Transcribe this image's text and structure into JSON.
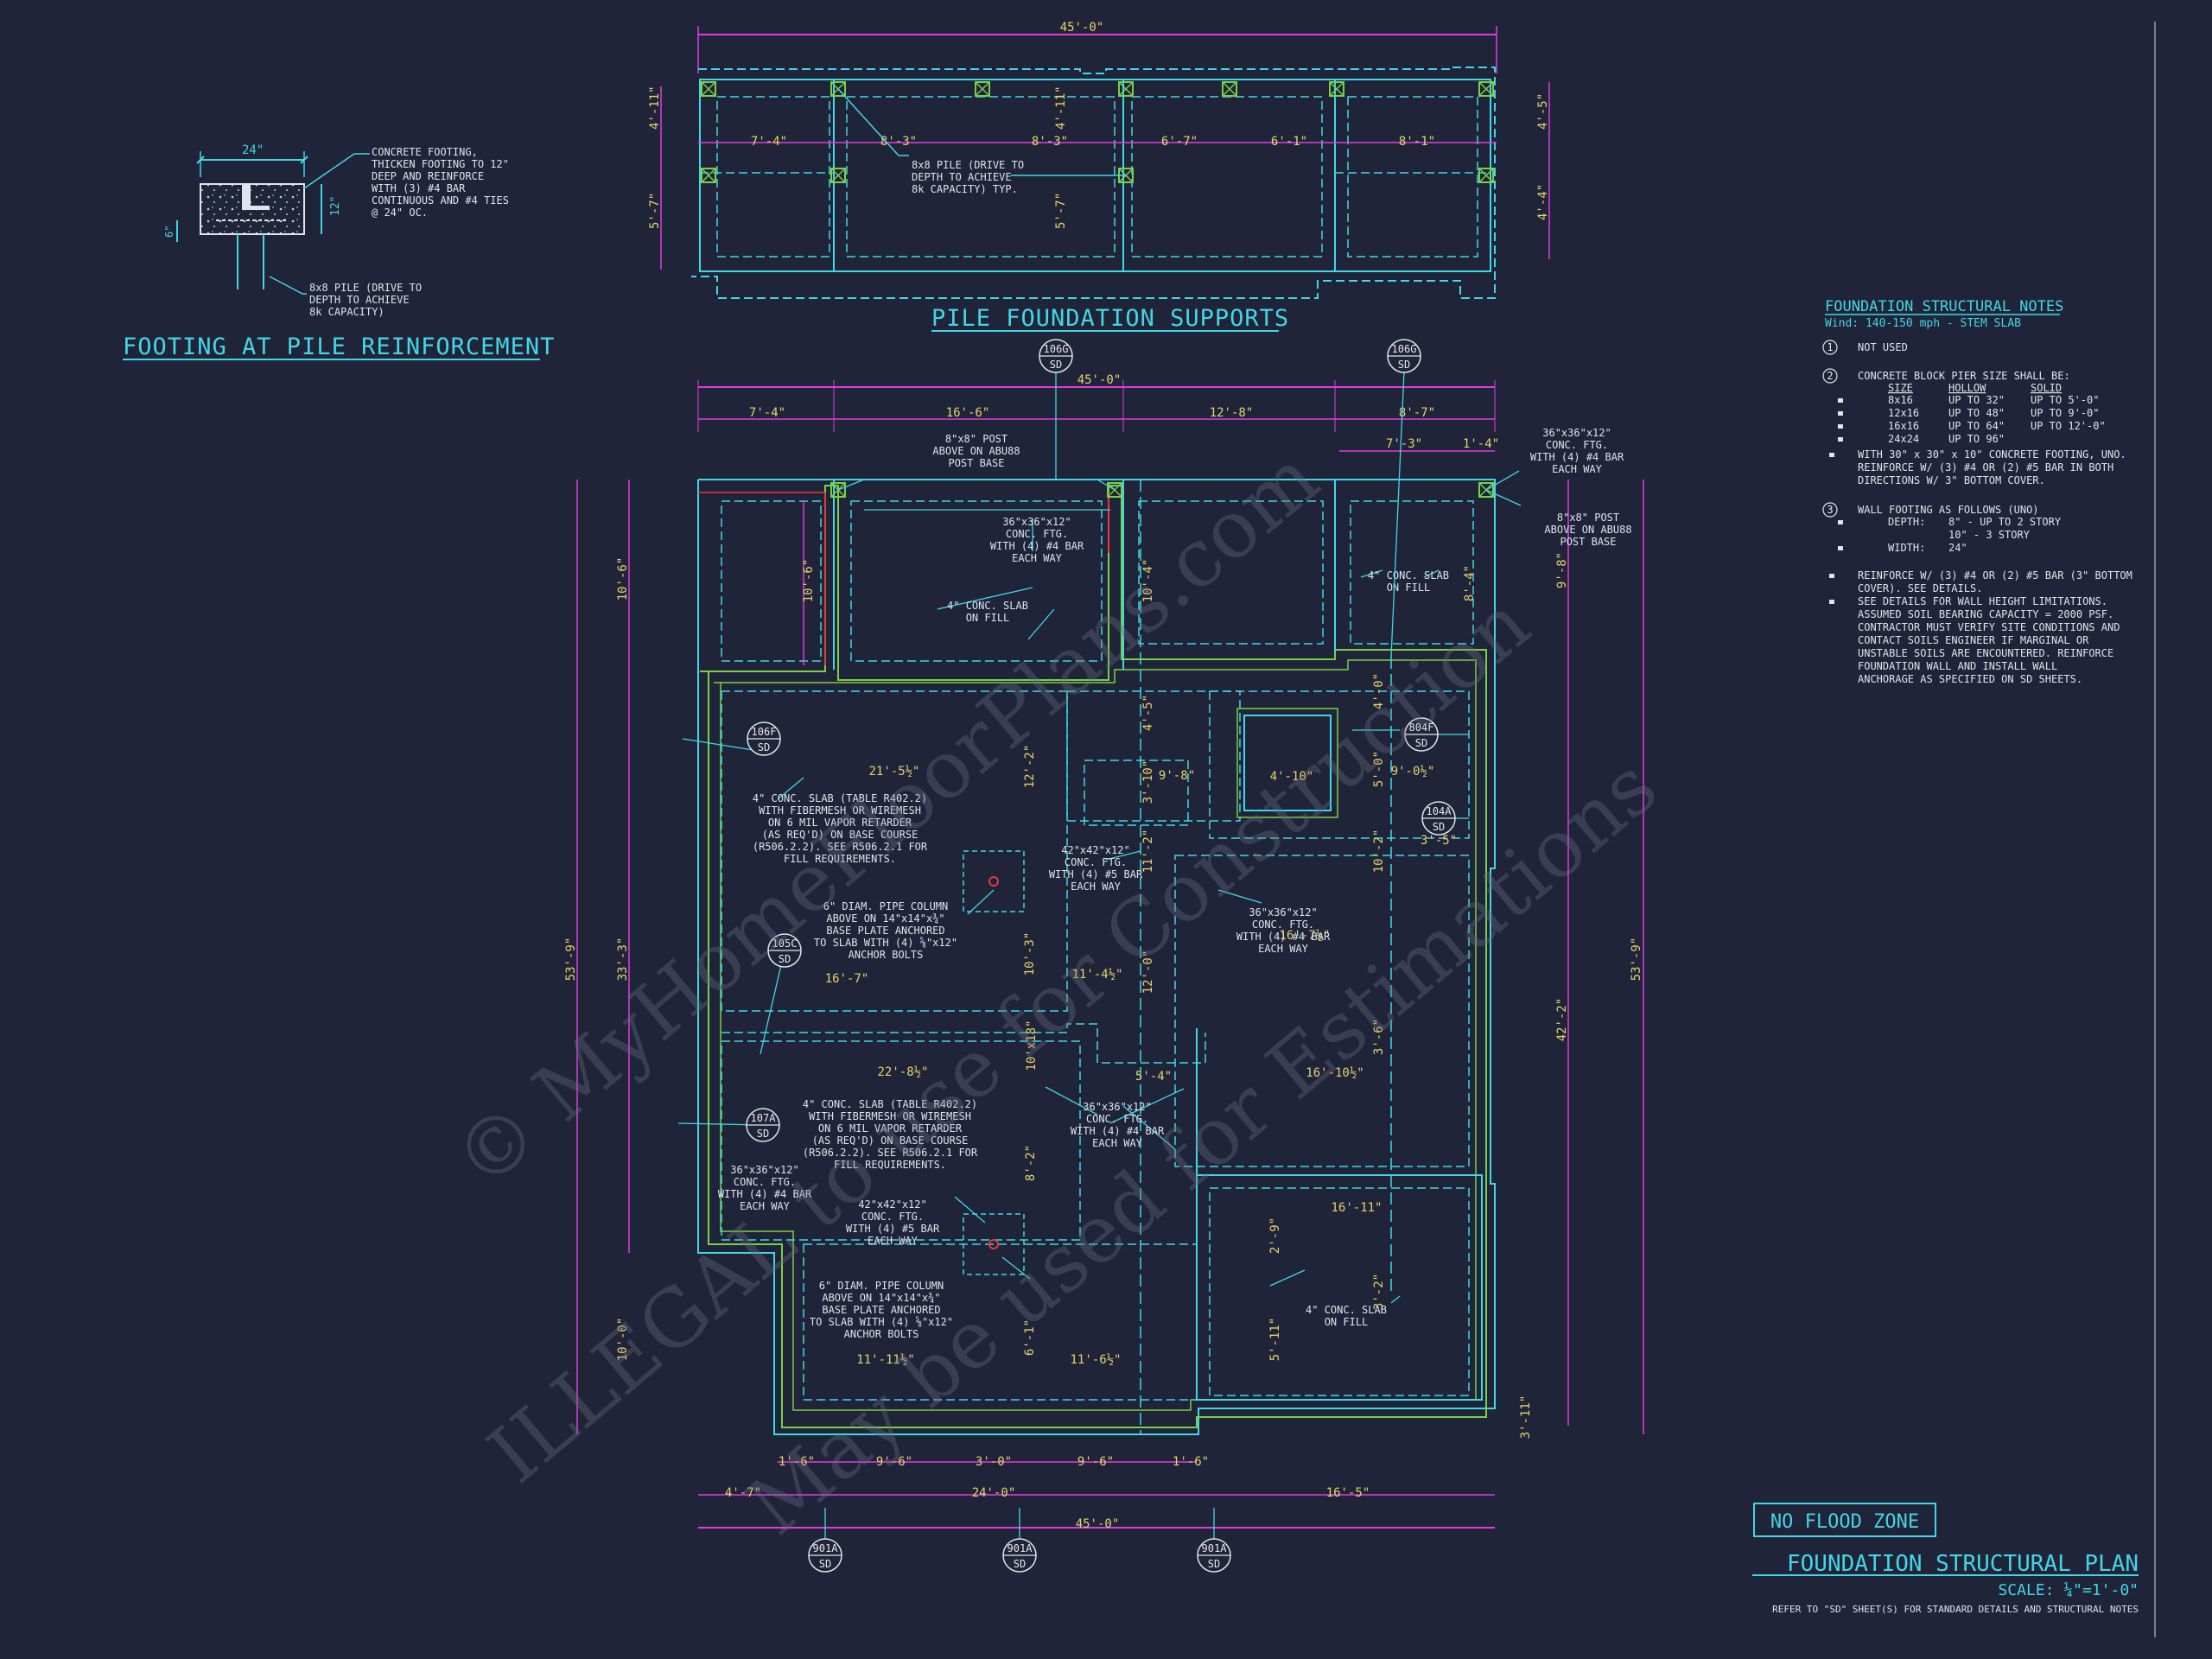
{
  "watermark": {
    "line1": "© MyHomeFloorPlans.com",
    "line2": "ILLEGAL to use for Construction",
    "line3": "May be used for Estimations"
  },
  "footing_detail": {
    "title": "FOOTING AT PILE REINFORCEMENT",
    "width_dim": "24\"",
    "depth_dim": "12\"",
    "side_dim": "6\"",
    "note_footing": [
      "CONCRETE FOOTING,",
      "THICKEN FOOTING TO 12\"",
      "DEEP AND REINFORCE",
      "WITH (3) #4 BAR",
      "CONTINUOUS AND #4 TIES",
      "@ 24\" OC."
    ],
    "note_pile": [
      "8x8 PILE (DRIVE TO",
      "DEPTH TO ACHIEVE",
      "8k CAPACITY)"
    ]
  },
  "pile_plan": {
    "title": "PILE FOUNDATION SUPPORTS",
    "overall_dim": "45'-0\"",
    "dims": [
      "7'-4\"",
      "8'-3\"",
      "8'-3\"",
      "6'-7\"",
      "6'-1\"",
      "8'-1\""
    ],
    "left_dims": [
      "4'-11\"",
      "5'-7\""
    ],
    "right_dims": [
      "4'-5\"",
      "4'-4\""
    ],
    "mid_dims": [
      "4'-11\"",
      "5'-7\""
    ],
    "note": [
      "8x8 PILE (DRIVE TO",
      "DEPTH TO ACHIEVE",
      "8k CAPACITY) TYP."
    ]
  },
  "main_plan": {
    "top_overall": "45'-0\"",
    "top_dims": [
      "7'-4\"",
      "16'-6\"",
      "12'-8\"",
      "8'-7\""
    ],
    "top_sub_dims": [
      "7'-3\"",
      "1'-4\""
    ],
    "left_dims": [
      "10'-6\"",
      "33'-3\"",
      "53'-9\"",
      "10'-0\""
    ],
    "right_dims": [
      "9'-8\"",
      "42'-2\"",
      "53'-9\"",
      "3'-11\""
    ],
    "bottom_row1": [
      "1'-6\"",
      "9'-6\"",
      "3'-0\"",
      "9'-6\"",
      "1'-6\""
    ],
    "bottom_row2": [
      "4'-7\"",
      "24'-0\"",
      "16'-5\""
    ],
    "bottom_overall": "45'-0\"",
    "interior_dims": [
      "21'-5½\"",
      "16'-7\"",
      "11'-4½\"",
      "22'-8½\"",
      "11'-11½\"",
      "11'-6½\"",
      "5'-4\"",
      "16'-10½\"",
      "16'-7½\"",
      "16'-11\"",
      "9'-8\"",
      "4'-10\"",
      "9'-0½\"",
      "10'-6\"",
      "12'-2\"",
      "10'-4\"",
      "8'-4\"",
      "4'-5\"",
      "4'-0\"",
      "5'-0\"",
      "3'-10\"",
      "10'-2\"",
      "11'-2\"",
      "12'-0\"",
      "3'-6\"",
      "3'-2\"",
      "8'-2\"",
      "10'-3\"",
      "6'-1\"",
      "5'-11\"",
      "2'-9\"",
      "10'x18\"",
      "3'-5\""
    ],
    "notes": {
      "post_base_left": [
        "8\"x8\" POST",
        "ABOVE ON ABU88",
        "POST BASE"
      ],
      "post_base_right": [
        "8\"x8\" POST",
        "ABOVE ON ABU88",
        "POST BASE"
      ],
      "ftg_36_top": [
        "36\"x36\"x12\"",
        "CONC. FTG.",
        "WITH (4) #4 BAR",
        "EACH WAY"
      ],
      "ftg_36_right": [
        "36\"x36\"x12\"",
        "CONC. FTG.",
        "WITH (4) #4 BAR",
        "EACH WAY"
      ],
      "slab_fill_1": [
        "4\" CONC. SLAB",
        "ON FILL"
      ],
      "slab_fill_2": [
        "4\" CONC. SLAB",
        "ON FILL"
      ],
      "slab_fill_3": [
        "4\" CONC. SLAB",
        "ON FILL"
      ],
      "slab_table_1": [
        "4\" CONC. SLAB (TABLE R402.2)",
        "WITH FIBERMESH OR WIREMESH",
        "ON 6 MIL VAPOR RETARDER",
        "(AS REQ'D) ON BASE COURSE",
        "(R506.2.2). SEE R506.2.1 FOR",
        "FILL REQUIREMENTS."
      ],
      "slab_table_2": [
        "4\" CONC. SLAB (TABLE R402.2)",
        "WITH FIBERMESH OR WIREMESH",
        "ON 6 MIL VAPOR RETARDER",
        "(AS REQ'D) ON BASE COURSE",
        "(R506.2.2). SEE R506.2.1 FOR",
        "FILL REQUIREMENTS."
      ],
      "ftg_42_1": [
        "42\"x42\"x12\"",
        "CONC. FTG.",
        "WITH (4) #5 BAR",
        "EACH WAY"
      ],
      "ftg_42_2": [
        "42\"x42\"x12\"",
        "CONC. FTG.",
        "WITH (4) #5 BAR",
        "EACH WAY"
      ],
      "pipe_col_1": [
        "6\" DIAM. PIPE COLUMN",
        "ABOVE ON 14\"x14\"x¾\"",
        "BASE PLATE ANCHORED",
        "TO SLAB WITH (4) ⅝\"x12\"",
        "ANCHOR BOLTS"
      ],
      "pipe_col_2": [
        "6\" DIAM. PIPE COLUMN",
        "ABOVE ON 14\"x14\"x¾\"",
        "BASE PLATE ANCHORED",
        "TO SLAB WITH (4) ⅝\"x12\"",
        "ANCHOR BOLTS"
      ],
      "ftg_36_mid": [
        "36\"x36\"x12\"",
        "CONC. FTG.",
        "WITH (4) #4 BAR",
        "EACH WAY"
      ],
      "ftg_36_center": [
        "36\"x36\"x12\"",
        "CONC. FTG.",
        "WITH (4) #4 BAR",
        "EACH WAY"
      ],
      "ftg_36_left": [
        "36\"x36\"x12\"",
        "CONC. FTG.",
        "WITH (4) #4 BAR",
        "EACH WAY"
      ]
    },
    "callouts": [
      {
        "num": "106G",
        "sheet": "SD"
      },
      {
        "num": "106G",
        "sheet": "SD"
      },
      {
        "num": "106F",
        "sheet": "SD"
      },
      {
        "num": "804F",
        "sheet": "SD"
      },
      {
        "num": "104A",
        "sheet": "SD"
      },
      {
        "num": "105C",
        "sheet": "SD"
      },
      {
        "num": "107A",
        "sheet": "SD"
      },
      {
        "num": "901A",
        "sheet": "SD"
      },
      {
        "num": "901A",
        "sheet": "SD"
      },
      {
        "num": "901A",
        "sheet": "SD"
      }
    ]
  },
  "structural_notes": {
    "title": "FOUNDATION STRUCTURAL NOTES",
    "wind": "Wind: 140-150 mph - STEM SLAB",
    "item1": "NOT USED",
    "item2_head": "CONCRETE BLOCK PIER SIZE SHALL BE:",
    "pier_headers": [
      "SIZE",
      "HOLLOW",
      "SOLID"
    ],
    "pier_rows": [
      [
        "8x16",
        "UP TO 32\"",
        "UP TO 5'-0\""
      ],
      [
        "12x16",
        "UP TO 48\"",
        "UP TO 9'-0\""
      ],
      [
        "16x16",
        "UP TO 64\"",
        "UP TO 12'-0\""
      ],
      [
        "24x24",
        "UP TO 96\"",
        ""
      ]
    ],
    "item2_tail": [
      "WITH 30\" x 30\" x 10\" CONCRETE FOOTING, UNO.",
      "REINFORCE W/ (3) #4 OR (2) #5 BAR IN BOTH",
      "DIRECTIONS W/ 3\" BOTTOM COVER."
    ],
    "item3_head": "WALL FOOTING AS FOLLOWS (UNO)",
    "item3_rows": [
      [
        "DEPTH:",
        "8\" - UP TO 2 STORY"
      ],
      [
        "",
        "10\" - 3 STORY"
      ],
      [
        "WIDTH:",
        "24\""
      ]
    ],
    "bullet_a": [
      "REINFORCE W/ (3) #4 OR (2) #5 BAR (3\" BOTTOM",
      "COVER). SEE DETAILS."
    ],
    "bullet_b": [
      "SEE DETAILS FOR WALL HEIGHT LIMITATIONS.",
      "ASSUMED SOIL BEARING CAPACITY = 2000 PSF.",
      "CONTRACTOR MUST VERIFY SITE CONDITIONS AND",
      "CONTACT SOILS ENGINEER IF MARGINAL OR",
      "UNSTABLE SOILS ARE ENCOUNTERED. REINFORCE",
      "FOUNDATION WALL AND INSTALL WALL",
      "ANCHORAGE AS SPECIFIED ON SD SHEETS."
    ]
  },
  "title_block": {
    "flood": "NO FLOOD ZONE",
    "title": "FOUNDATION STRUCTURAL PLAN",
    "scale": "SCALE: ¼\"=1'-0\"",
    "refer": "REFER TO \"SD\" SHEET(S) FOR STANDARD DETAILS AND STRUCTURAL NOTES"
  }
}
